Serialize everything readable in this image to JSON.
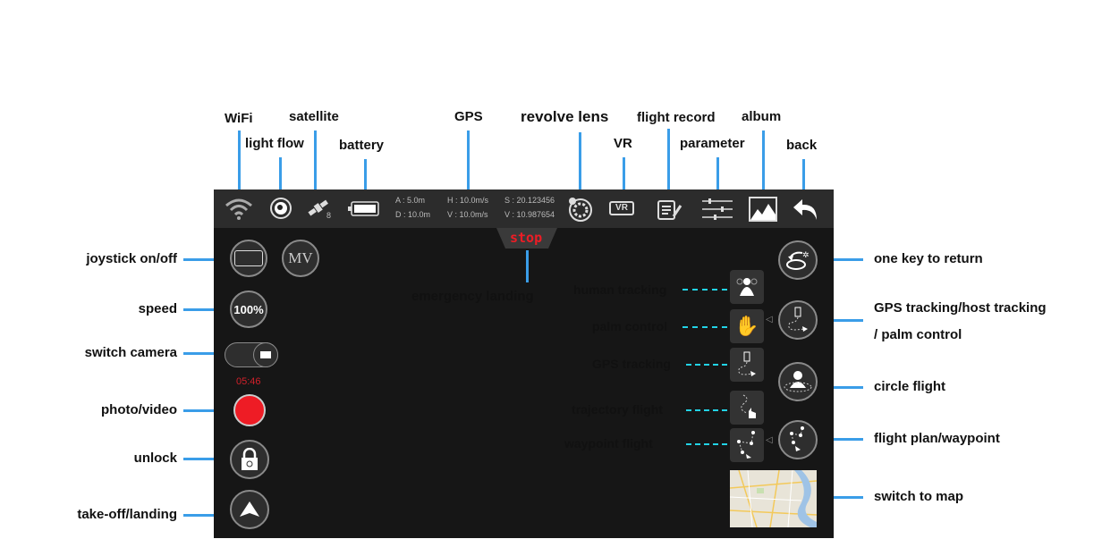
{
  "top_labels": {
    "wifi": "WiFi",
    "light_flow": "light flow",
    "satellite": "satellite",
    "battery": "battery",
    "gps": "GPS",
    "revolve_lens": "revolve lens",
    "vr": "VR",
    "flight_record": "flight record",
    "parameter": "parameter",
    "album": "album",
    "back": "back"
  },
  "left_labels": {
    "joystick": "joystick on/off",
    "speed": "speed",
    "switch_camera": "switch camera",
    "photo_video": "photo/video",
    "unlock": "unlock",
    "takeoff": "take-off/landing"
  },
  "right_labels": {
    "return": "one key to return",
    "gps_tracking_1": "GPS tracking/host tracking",
    "gps_tracking_2": "/ palm control",
    "circle": "circle flight",
    "waypoint": "flight plan/waypoint",
    "map": "switch to map"
  },
  "mid_labels": {
    "human": "human tracking",
    "palm": "palm control",
    "gps": "GPS tracking",
    "trajectory": "trajectory flight",
    "waypoint": "waypoint flight",
    "emergency": "emergency landing"
  },
  "app": {
    "satellite_count": "8",
    "telemetry": {
      "a": "A : 5.0m",
      "d": "D : 10.0m",
      "h": "H : 10.0m/s",
      "v": "V : 10.0m/s",
      "s": "S : 20.123456",
      "v2": "V : 10.987654"
    },
    "stop": "stop",
    "mv": "MV",
    "speed": "100%",
    "timer": "05:46",
    "vr": "VR"
  },
  "colors": {
    "accent": "#3a9de8",
    "record": "#ee1c25",
    "dashed": "#22d3e6"
  }
}
